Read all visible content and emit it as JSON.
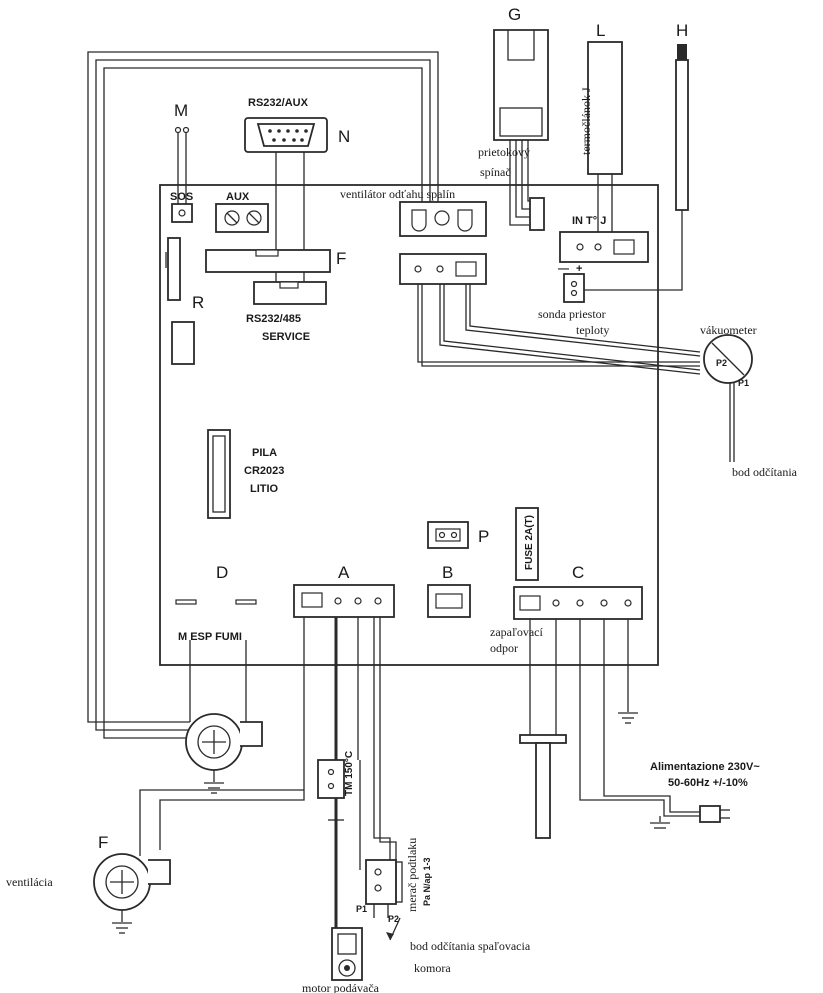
{
  "letters": {
    "G": "G",
    "L": "L",
    "H": "H",
    "M": "M",
    "N": "N",
    "F": "F",
    "R": "R",
    "P": "P",
    "D": "D",
    "A": "A",
    "B": "B",
    "C": "C",
    "F2": "F"
  },
  "labels": {
    "rs232_aux": "RS232/AUX",
    "sos": "SOS",
    "aux": "AUX",
    "rs232_485": "RS232/485",
    "service": "SERVICE",
    "ventilator": "ventilátor odťahu spalín",
    "prietokovy": "prietokový",
    "spinac": "spínač",
    "termoclanok": "termočlánok J",
    "in_t_j": "IN T° J",
    "sonda1": "sonda priestor",
    "sonda2": "teploty",
    "vakuometer": "vákuometer",
    "p2": "P2",
    "p1": "P1",
    "bod_odcitania": "bod odčítania",
    "pila1": "PILA",
    "pila2": "CR2023",
    "pila3": "LITIO",
    "fuse": "FUSE 2A(T)",
    "m_esp_fumi": "M  ESP FUMI",
    "zapalovaci1": "zapaľovací",
    "zapalovaci2": "odpor",
    "alim1": "Alimentazione 230V~",
    "alim2": "50-60Hz +/-10%",
    "tm150": "TM 150°C",
    "ventilacia": "ventilácia",
    "merac": "merač podtlaku",
    "pa_range": "Pa N/ap 1-3",
    "p1b": "P1",
    "p2b": "P2",
    "bod_spal1": "bod odčítania spaľovacia",
    "bod_spal2": "komora",
    "motor": "motor podávača",
    "plus": "+",
    "minus": "—"
  }
}
